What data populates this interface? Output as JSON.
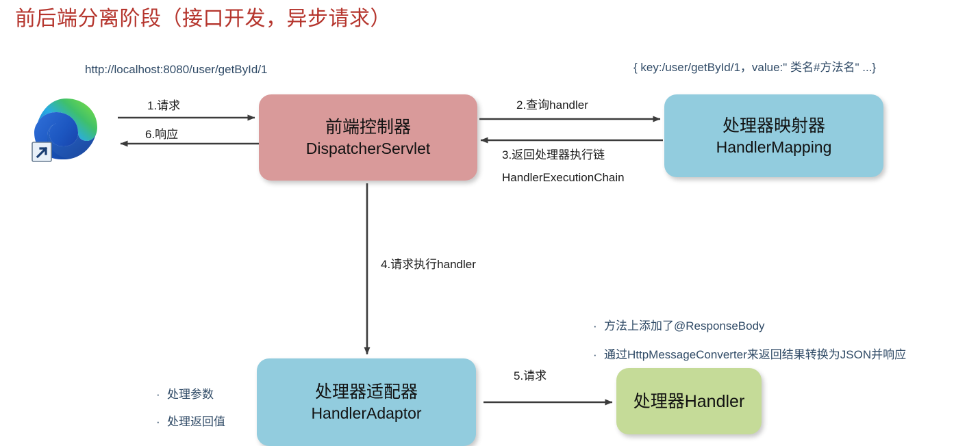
{
  "title": "前后端分离阶段（接口开发，异步请求）",
  "annotations": {
    "request_url": "http://localhost:8080/user/getById/1",
    "mapping_entry": "{ key:/user/getById/1，value:\" 类名#方法名\" ...}"
  },
  "nodes": [
    {
      "id": "browser",
      "icon": "edge-browser-icon",
      "cn": "",
      "en": "",
      "color": "#0F7FD6"
    },
    {
      "id": "dispatcher",
      "cn": "前端控制器",
      "en": "DispatcherServlet",
      "color": "#D99A9A"
    },
    {
      "id": "mapping",
      "cn": "处理器映射器",
      "en": "HandlerMapping",
      "color": "#92CCDE"
    },
    {
      "id": "adaptor",
      "cn": "处理器适配器",
      "en": "HandlerAdaptor",
      "color": "#92CCDE"
    },
    {
      "id": "handler",
      "cn": "处理器Handler",
      "en": "",
      "color": "#C5DB98"
    }
  ],
  "node_text": {
    "dispatcher_cn": "前端控制器",
    "dispatcher_en": "DispatcherServlet",
    "mapping_cn": "处理器映射器",
    "mapping_en": "HandlerMapping",
    "adaptor_cn": "处理器适配器",
    "adaptor_en": "HandlerAdaptor",
    "handler_cn": "处理器Handler"
  },
  "arrows": [
    {
      "n": 1,
      "label": "1.请求",
      "from": "browser",
      "to": "dispatcher"
    },
    {
      "n": 6,
      "label": "6.响应",
      "from": "dispatcher",
      "to": "browser"
    },
    {
      "n": 2,
      "label": "2.查询handler",
      "from": "dispatcher",
      "to": "mapping"
    },
    {
      "n": 3,
      "label": "3.返回处理器执行链",
      "label2": "HandlerExecutionChain",
      "from": "mapping",
      "to": "dispatcher"
    },
    {
      "n": 4,
      "label": "4.请求执行handler",
      "from": "dispatcher",
      "to": "adaptor"
    },
    {
      "n": 5,
      "label": "5.请求",
      "from": "adaptor",
      "to": "handler"
    }
  ],
  "arrow_labels": {
    "a1": "1.请求",
    "a6": "6.响应",
    "a2": "2.查询handler",
    "a3_line1": "3.返回处理器执行链",
    "a3_line2": "HandlerExecutionChain",
    "a4": "4.请求执行handler",
    "a5": "5.请求"
  },
  "bullets_left": [
    "处理参数",
    "处理返回值"
  ],
  "bullets_right": [
    "方法上添加了@ResponseBody",
    "通过HttpMessageConverter来返回结果转换为JSON并响应"
  ],
  "colors": {
    "title": "#B5352D",
    "annotation_text": "#2F4A66",
    "arrow": "#404040",
    "pink_box": "#D99A9A",
    "blue_box": "#92CCDE",
    "green_box": "#C5DB98"
  }
}
